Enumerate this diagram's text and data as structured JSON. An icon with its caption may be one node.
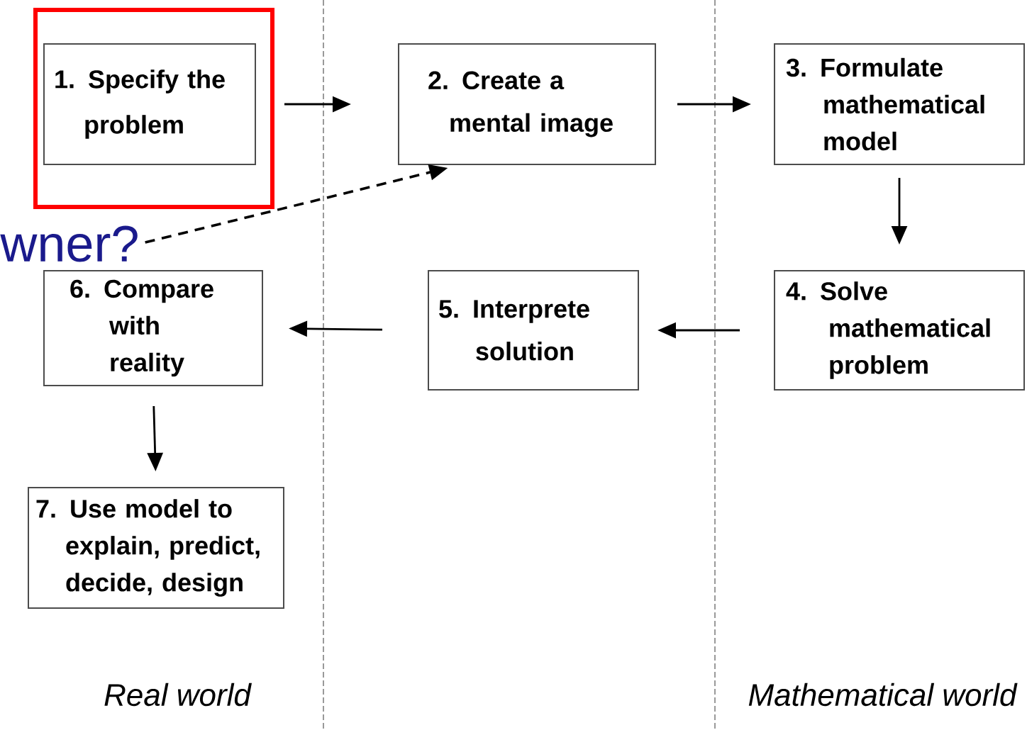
{
  "diagram": {
    "nodes": [
      {
        "text": [],
        "shape": "box"
      },
      {
        "text": [
          "1. Specify the problem"
        ],
        "in": 0
      },
      {
        "text": [
          "2. Create a mental image"
        ]
      },
      {
        "text": [
          "3. Formulate mathematical model"
        ]
      },
      {
        "text": [
          "4. Solve mathematical problem"
        ]
      },
      {
        "text": [
          "5. Interprete solution"
        ]
      },
      {
        "text": [
          "6. Compare with reality"
        ]
      },
      {
        "text": [
          "7. Use model to explain, predict, decide, design"
        ]
      },
      {
        "text": [
          "wner?"
        ]
      }
    ],
    "edges": [
      {
        "from": 1,
        "to": 2,
        "arrow": "to"
      },
      {
        "from": 2,
        "to": 3,
        "arrow": "to"
      },
      {
        "from": 3,
        "to": 4,
        "arrow": "to"
      },
      {
        "from": 4,
        "to": 5,
        "arrow": "to"
      },
      {
        "from": 5,
        "to": 6,
        "arrow": "to"
      },
      {
        "from": 6,
        "to": 7,
        "arrow": "to"
      },
      {
        "from": 8,
        "to": 2,
        "arrow": "to",
        "style": "dashed"
      }
    ],
    "labels": [
      "Real world",
      "Mathematical world"
    ]
  }
}
